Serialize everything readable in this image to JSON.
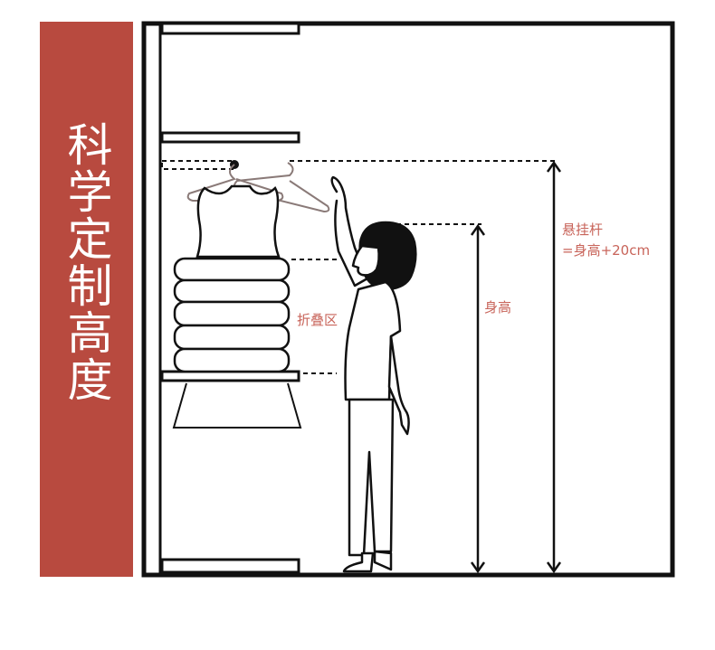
{
  "title": "科学定制高度",
  "labels": {
    "folding_zone": "折叠区",
    "body_height": "身高",
    "rod_line1": "悬挂杆",
    "rod_line2": "=身高+20cm"
  },
  "colors": {
    "title_band": "#b84a3f",
    "label_text": "#c8645a",
    "line": "#111111",
    "hanger": "#8a7a78"
  }
}
